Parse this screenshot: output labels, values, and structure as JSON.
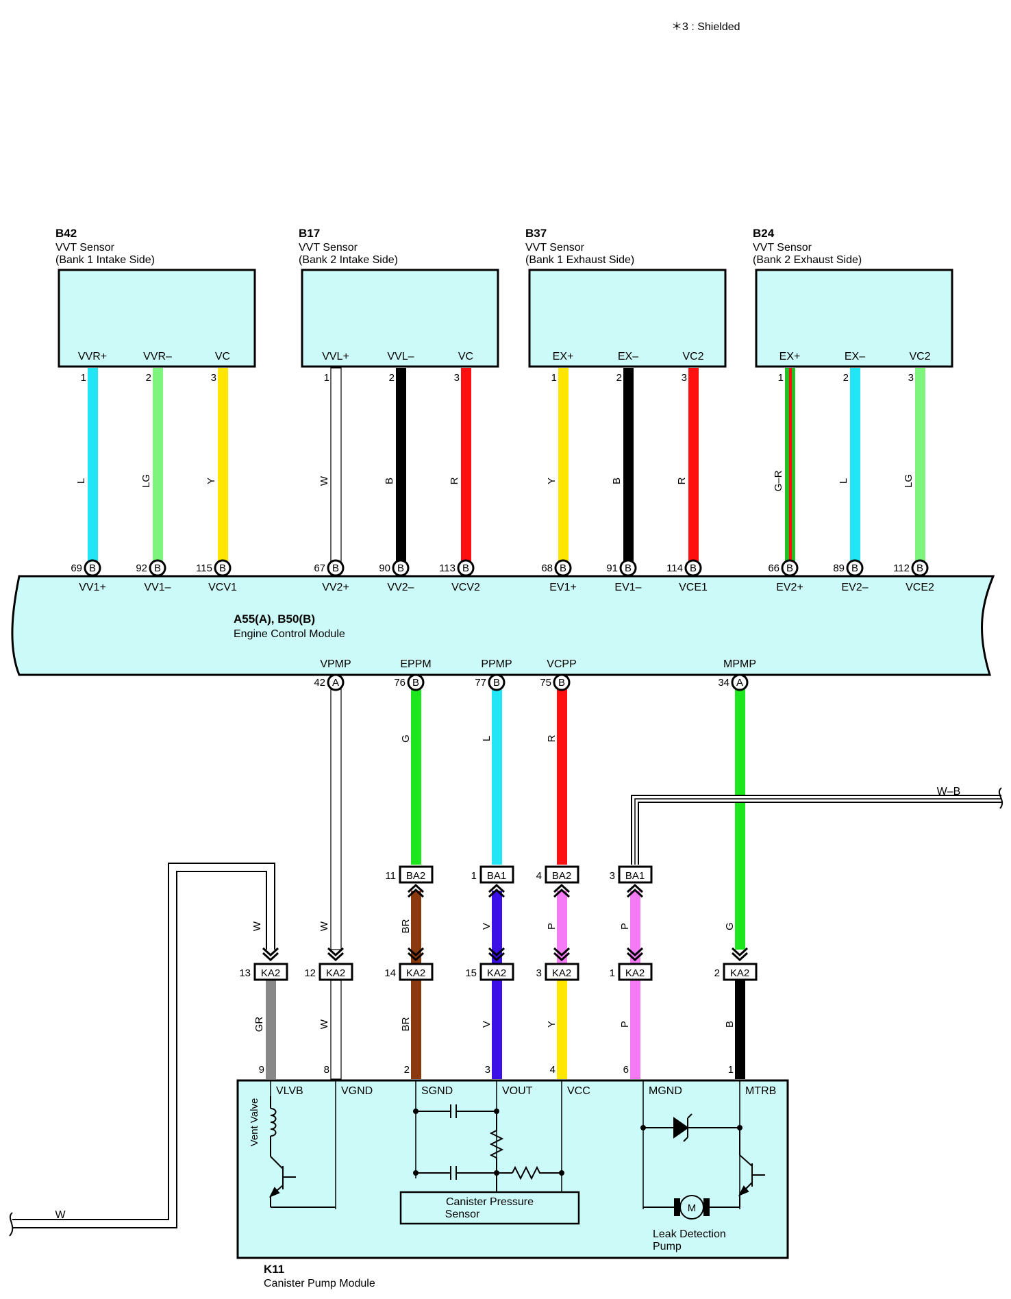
{
  "note": "＊3 : Shielded",
  "sensors": [
    {
      "id": "B42",
      "name": "VVT Sensor",
      "side": "(Bank 1 Intake Side)",
      "pins": [
        {
          "term": "VVR+",
          "num": "1",
          "color": "#22e6f5",
          "wire": "L",
          "ecm_num": "69",
          "ecm_conn": "B",
          "ecm_term": "VV1+"
        },
        {
          "term": "VVR–",
          "num": "2",
          "color": "#7df57d",
          "wire": "LG",
          "ecm_num": "92",
          "ecm_conn": "B",
          "ecm_term": "VV1–"
        },
        {
          "term": "VC",
          "num": "3",
          "color": "#ffe600",
          "wire": "Y",
          "ecm_num": "115",
          "ecm_conn": "B",
          "ecm_term": "VCV1"
        }
      ]
    },
    {
      "id": "B17",
      "name": "VVT Sensor",
      "side": "(Bank 2 Intake Side)",
      "pins": [
        {
          "term": "VVL+",
          "num": "1",
          "color": "#ffffff",
          "wire": "W",
          "ecm_num": "67",
          "ecm_conn": "B",
          "ecm_term": "VV2+"
        },
        {
          "term": "VVL–",
          "num": "2",
          "color": "#000000",
          "wire": "B",
          "ecm_num": "90",
          "ecm_conn": "B",
          "ecm_term": "VV2–"
        },
        {
          "term": "VC",
          "num": "3",
          "color": "#ff1010",
          "wire": "R",
          "ecm_num": "113",
          "ecm_conn": "B",
          "ecm_term": "VCV2"
        }
      ]
    },
    {
      "id": "B37",
      "name": "VVT Sensor",
      "side": "(Bank 1 Exhaust Side)",
      "pins": [
        {
          "term": "EX+",
          "num": "1",
          "color": "#ffe600",
          "wire": "Y",
          "ecm_num": "68",
          "ecm_conn": "B",
          "ecm_term": "EV1+"
        },
        {
          "term": "EX–",
          "num": "2",
          "color": "#000000",
          "wire": "B",
          "ecm_num": "91",
          "ecm_conn": "B",
          "ecm_term": "EV1–"
        },
        {
          "term": "VC2",
          "num": "3",
          "color": "#ff1010",
          "wire": "R",
          "ecm_num": "114",
          "ecm_conn": "B",
          "ecm_term": "VCE1"
        }
      ]
    },
    {
      "id": "B24",
      "name": "VVT Sensor",
      "side": "(Bank 2 Exhaust Side)",
      "pins": [
        {
          "term": "EX+",
          "num": "1",
          "color": "#22c022",
          "stripe": "#ff1010",
          "wire": "G–R",
          "ecm_num": "66",
          "ecm_conn": "B",
          "ecm_term": "EV2+"
        },
        {
          "term": "EX–",
          "num": "2",
          "color": "#22e6f5",
          "wire": "L",
          "ecm_num": "89",
          "ecm_conn": "B",
          "ecm_term": "EV2–"
        },
        {
          "term": "VC2",
          "num": "3",
          "color": "#7df57d",
          "wire": "LG",
          "ecm_num": "112",
          "ecm_conn": "B",
          "ecm_term": "VCE2"
        }
      ]
    }
  ],
  "ecm": {
    "id": "A55(A), B50(B)",
    "name": "Engine Control Module"
  },
  "ecm_lower": [
    {
      "term": "VPMP",
      "num": "42",
      "conn": "A",
      "color": "#ffffff",
      "wire": "W"
    },
    {
      "term": "EPPM",
      "num": "76",
      "conn": "B",
      "color": "#1ee61e",
      "wire": "G"
    },
    {
      "term": "PPMP",
      "num": "77",
      "conn": "B",
      "color": "#22e6f5",
      "wire": "L"
    },
    {
      "term": "VCPP",
      "num": "75",
      "conn": "B",
      "color": "#ff1010",
      "wire": "R"
    },
    {
      "term": "MPMP",
      "num": "34",
      "conn": "A",
      "color": "#1ee61e",
      "wire": "G"
    }
  ],
  "ba": [
    {
      "num": "11",
      "name": "BA2"
    },
    {
      "num": "1",
      "name": "BA1"
    },
    {
      "num": "4",
      "name": "BA2"
    },
    {
      "num": "3",
      "name": "BA1"
    }
  ],
  "mid_wires": [
    {
      "label": "W",
      "color": "#ffffff"
    },
    {
      "label": "W",
      "color": "#ffffff"
    },
    {
      "label": "BR",
      "color": "#8b3a10"
    },
    {
      "label": "V",
      "color": "#3a10e6"
    },
    {
      "label": "P",
      "color": "#f57af5"
    },
    {
      "label": "P",
      "color": "#f57af5"
    },
    {
      "label": "G",
      "color": "#1ee61e"
    }
  ],
  "ka": [
    {
      "num": "13",
      "name": "KA2",
      "color": "#888888",
      "wire": "GR",
      "pin": "9"
    },
    {
      "num": "12",
      "name": "KA2",
      "color": "#ffffff",
      "wire": "W",
      "pin": "8"
    },
    {
      "num": "14",
      "name": "KA2",
      "color": "#8b3a10",
      "wire": "BR",
      "pin": "2"
    },
    {
      "num": "15",
      "name": "KA2",
      "color": "#3a10e6",
      "wire": "V",
      "pin": "3"
    },
    {
      "num": "3",
      "name": "KA2",
      "color": "#ffe600",
      "wire": "Y",
      "pin": "4"
    },
    {
      "num": "1",
      "name": "KA2",
      "color": "#f57af5",
      "wire": "P",
      "pin": "6"
    },
    {
      "num": "2",
      "name": "KA2",
      "color": "#000000",
      "wire": "B",
      "pin": "1"
    }
  ],
  "ground_wb": "W–B",
  "ground_w": "W",
  "module": {
    "id": "K11",
    "name": "Canister Pump Module",
    "terms": [
      "VLVB",
      "VGND",
      "SGND",
      "VOUT",
      "VCC",
      "MGND",
      "MTRB"
    ],
    "vent_valve": "Vent Valve",
    "sensor_line1": "Canister Pressure",
    "sensor_line2": "Sensor",
    "pump_line1": "Leak Detection",
    "pump_line2": "Pump",
    "motor": "M"
  }
}
